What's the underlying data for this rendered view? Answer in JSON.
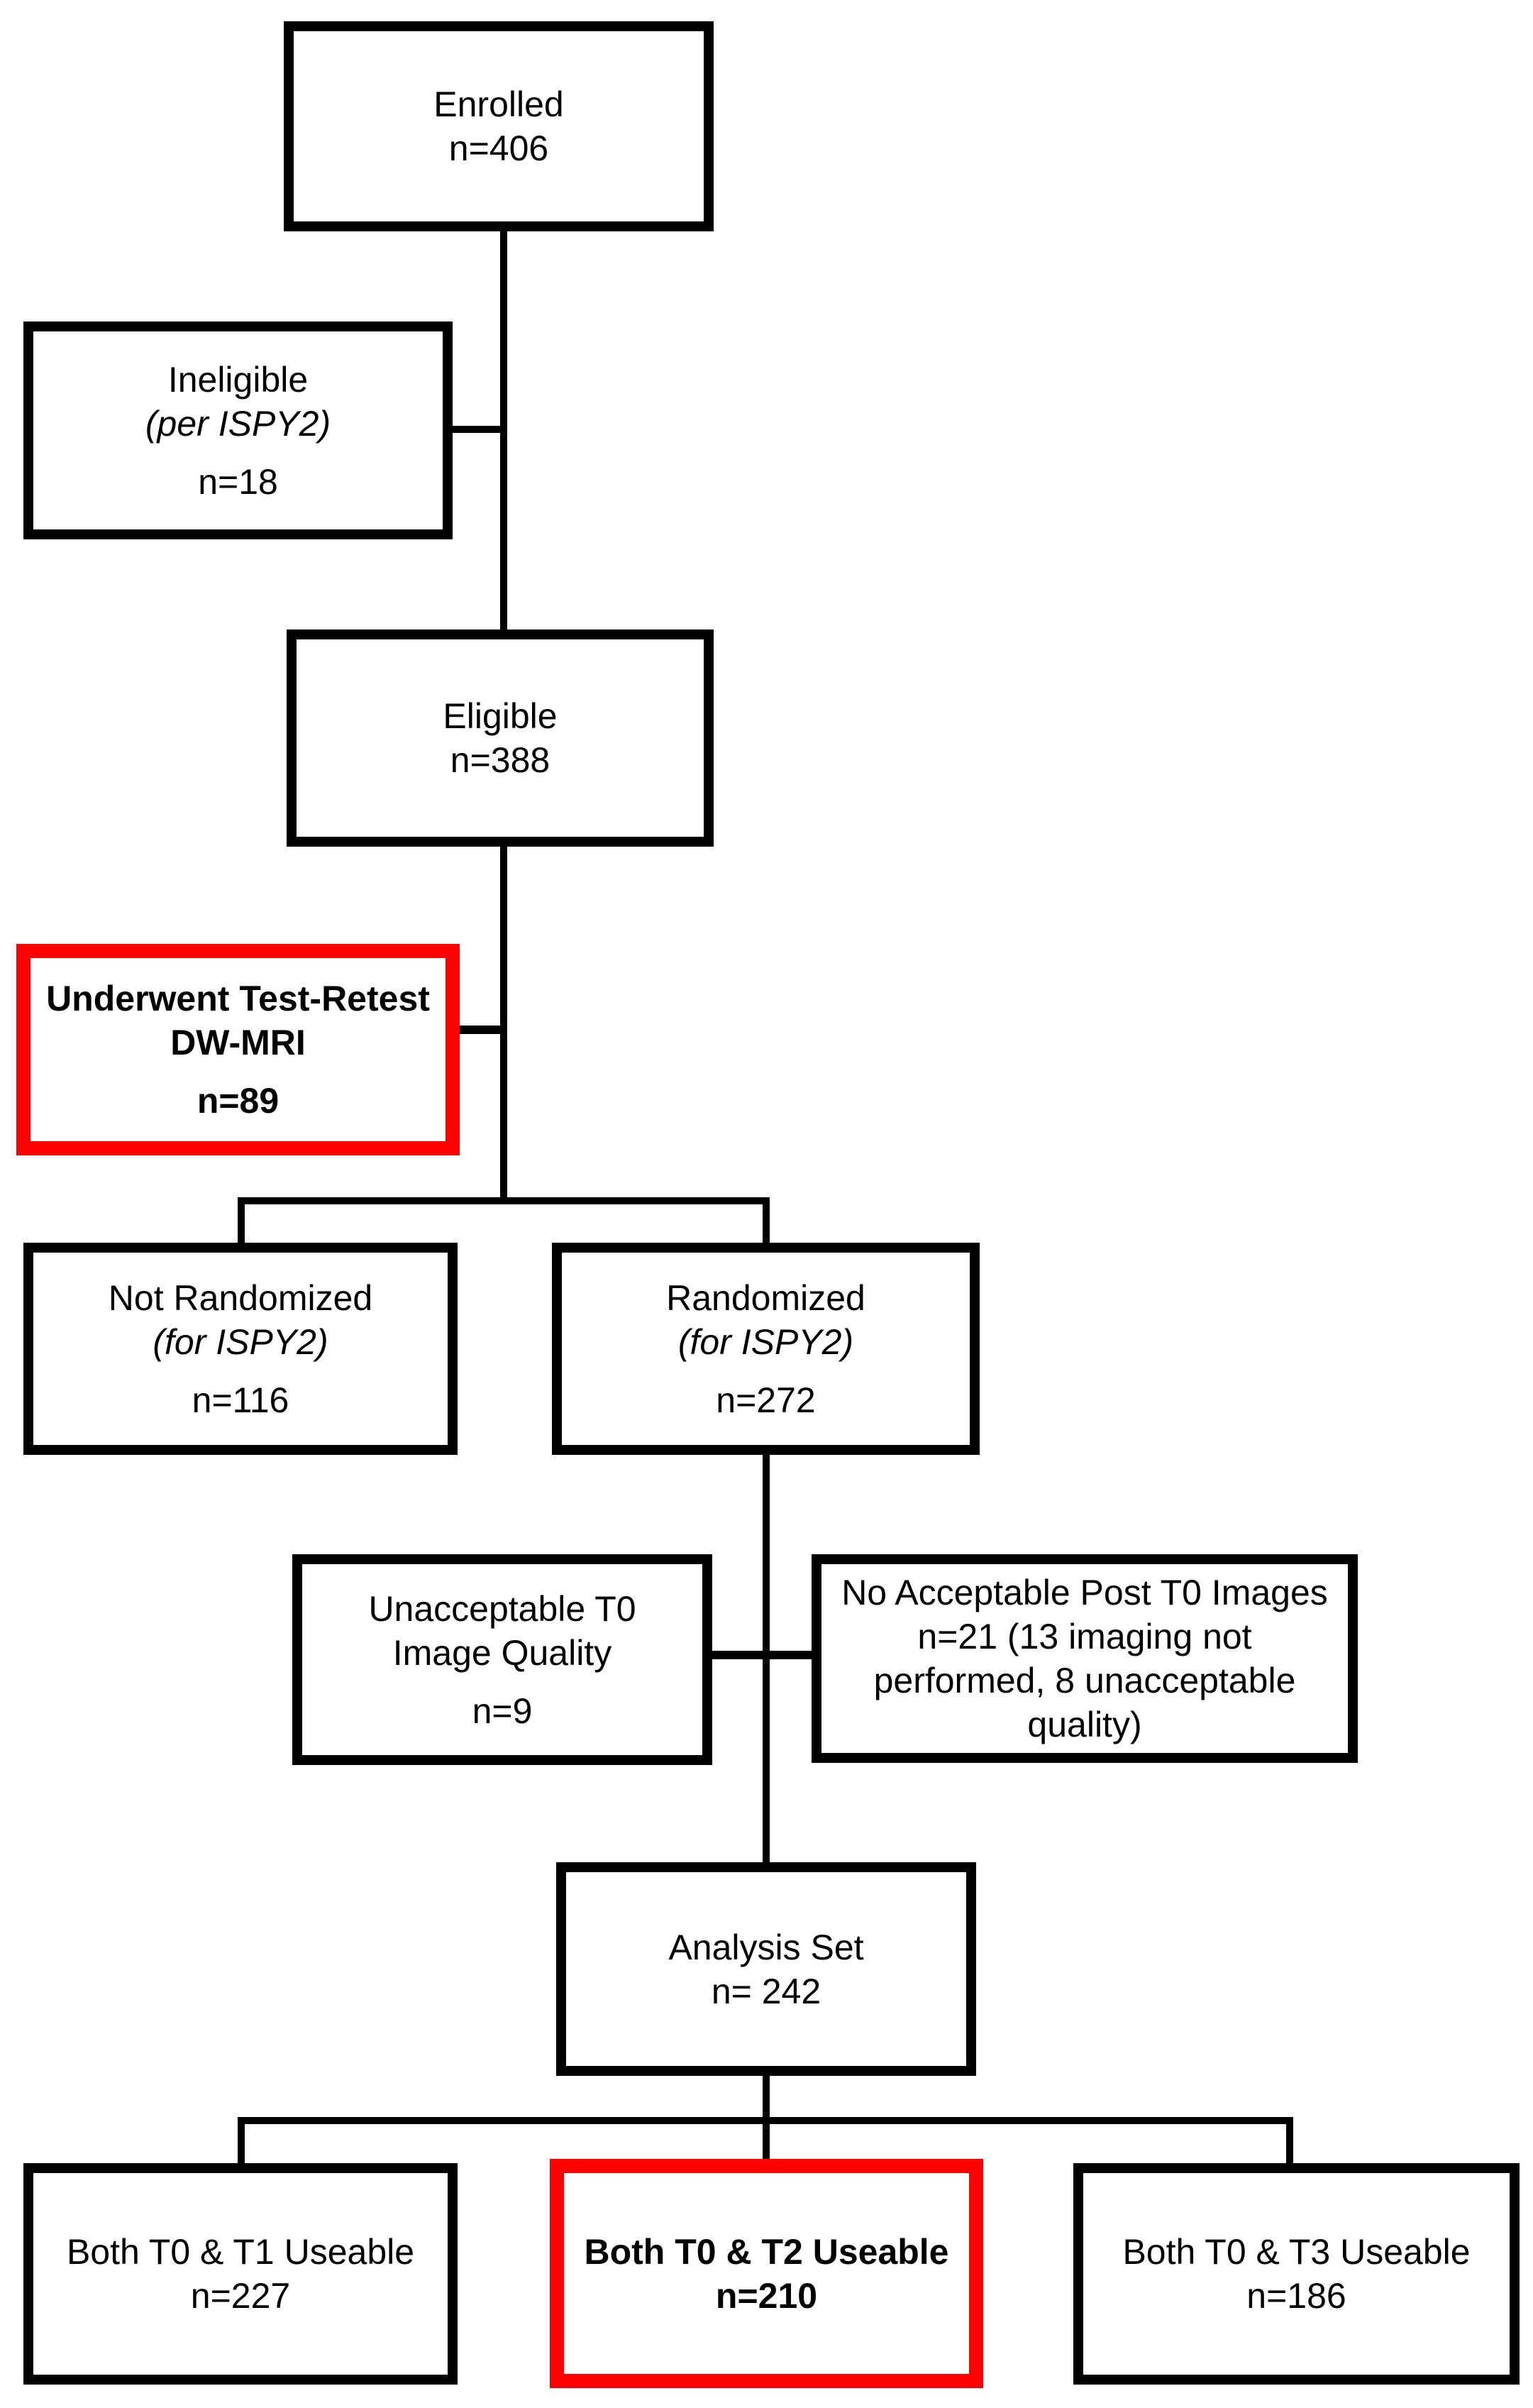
{
  "diagram": {
    "type": "flowchart",
    "description": "Participant flow diagram with enrollment, eligibility, randomization, image-quality exclusions and analysis sets",
    "boxes": {
      "enrolled": {
        "line1": "Enrolled",
        "line2": "n=406"
      },
      "ineligible": {
        "line1": "Ineligible",
        "line2": "(per ISPY2)",
        "line3": "n=18"
      },
      "eligible": {
        "line1": "Eligible",
        "line2": "n=388"
      },
      "test_retest": {
        "line1": "Underwent Test-Retest",
        "line2": "DW-MRI",
        "line3": "n=89"
      },
      "not_randomized": {
        "line1": "Not Randomized",
        "line2": "(for ISPY2)",
        "line3": "n=116"
      },
      "randomized": {
        "line1": "Randomized",
        "line2": "(for ISPY2)",
        "line3": "n=272"
      },
      "unacceptable_t0": {
        "line1": "Unacceptable T0",
        "line2": "Image Quality",
        "line3": "n=9"
      },
      "no_acceptable_post_t0": {
        "line1": "No Acceptable Post T0 Images",
        "line2": "n=21 (13 imaging not",
        "line3": "performed, 8 unacceptable",
        "line4": "quality)"
      },
      "analysis_set": {
        "line1": "Analysis Set",
        "line2": "n= 242"
      },
      "t0_t1_useable": {
        "line1": "Both T0 & T1 Useable",
        "line2": "n=227"
      },
      "t0_t2_useable": {
        "line1": "Both T0 & T2 Useable",
        "line2": "n=210"
      },
      "t0_t3_useable": {
        "line1": "Both T0 & T3 Useable",
        "line2": "n=186"
      }
    },
    "counts": {
      "enrolled": 406,
      "ineligible": 18,
      "eligible": 388,
      "test_retest": 89,
      "not_randomized": 116,
      "randomized": 272,
      "unacceptable_t0": 9,
      "no_acceptable_post_t0": 21,
      "imaging_not_performed": 13,
      "unacceptable_quality": 8,
      "analysis_set": 242,
      "t0_t1_useable": 227,
      "t0_t2_useable": 210,
      "t0_t3_useable": 186
    },
    "colors": {
      "line": "#000000",
      "highlight": "#fe0000",
      "text": "#000000",
      "background": "#ffffff"
    }
  }
}
